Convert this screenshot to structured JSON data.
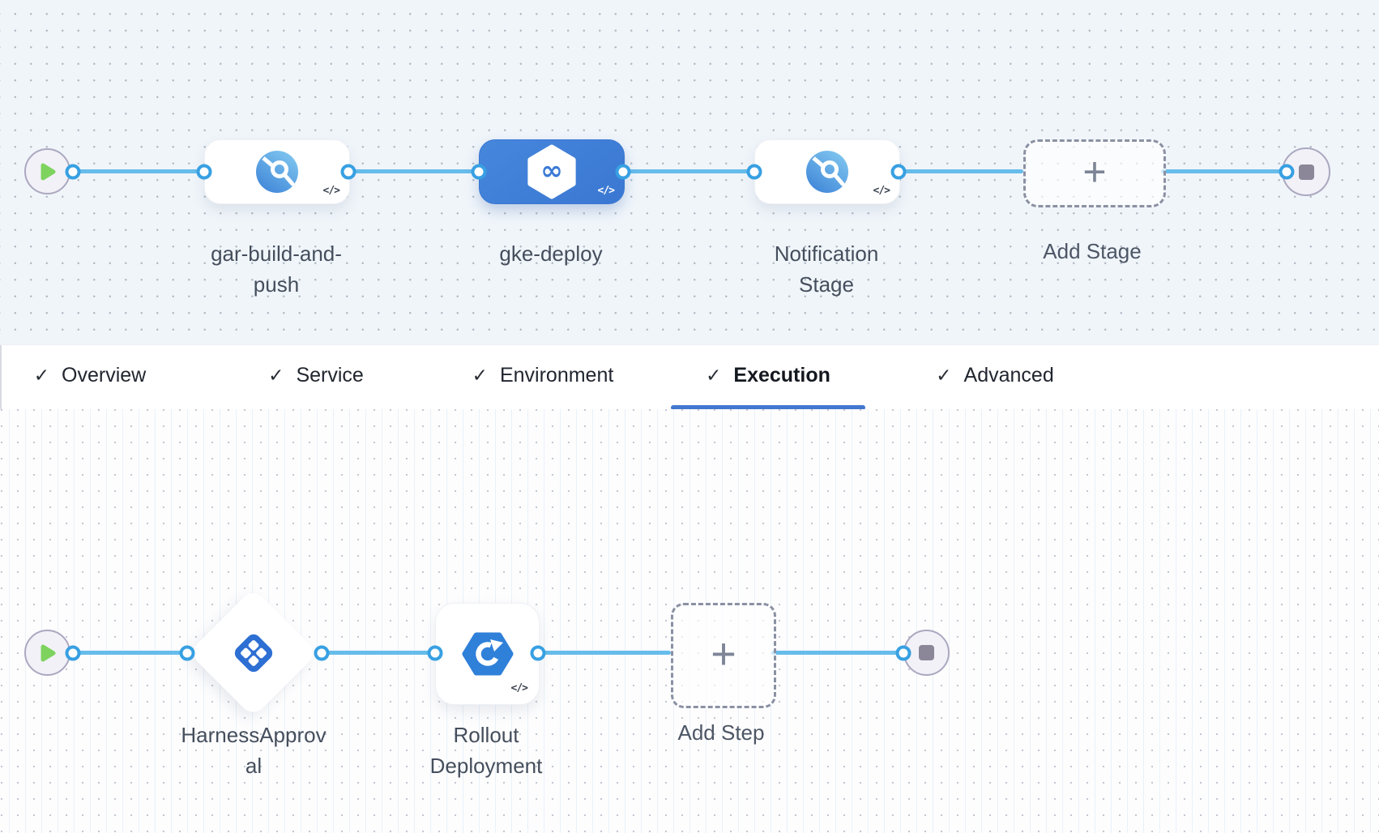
{
  "pipeline_stages": {
    "nodes": [
      {
        "label": "gar-build-and-push",
        "type": "ci-build-stage",
        "selected": false
      },
      {
        "label": "gke-deploy",
        "type": "cd-deploy-stage",
        "selected": true
      },
      {
        "label": "Notification Stage",
        "type": "custom-stage",
        "selected": false
      }
    ],
    "add_stage_label": "Add Stage"
  },
  "tabs": {
    "items": [
      {
        "label": "Overview",
        "checked": true,
        "active": false
      },
      {
        "label": "Service",
        "checked": true,
        "active": false
      },
      {
        "label": "Environment",
        "checked": true,
        "active": false
      },
      {
        "label": "Execution",
        "checked": true,
        "active": true
      },
      {
        "label": "Advanced",
        "checked": true,
        "active": false
      }
    ]
  },
  "execution_steps": {
    "nodes": [
      {
        "label": "HarnessApproval",
        "type": "harness-approval-step"
      },
      {
        "label": "Rollout Deployment",
        "type": "k8s-rollout-step"
      }
    ],
    "add_step_label": "Add Step"
  },
  "glyphs": {
    "check": "✓",
    "code": "</>",
    "plus": "+",
    "infinity": "∞"
  },
  "colors": {
    "selected_stage_blue": "#3f7fd6",
    "connector_line": "#66bcea",
    "connector_dot_border": "#38a0e2",
    "active_tab_underline": "#4377d0",
    "play_triangle_green": "#7ed35f",
    "approval_icon_blue": "#2e6fd3",
    "rollout_icon_blue": "#2f80d9",
    "canvas_top_bg": "#f0f5fa",
    "canvas_bottom_bg": "#fdfdfe",
    "end_node_gray": "#8b8798"
  }
}
